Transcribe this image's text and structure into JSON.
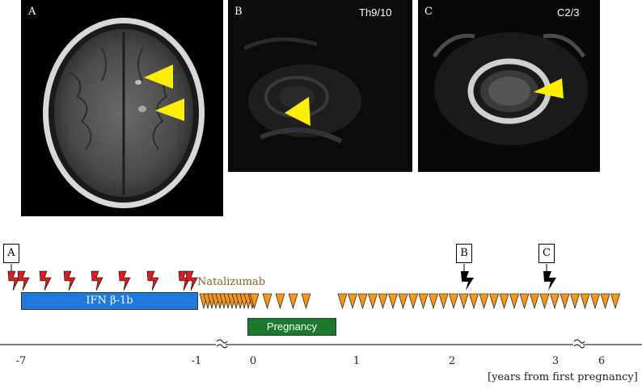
{
  "panels": {
    "a": {
      "letter": "A"
    },
    "b": {
      "letter": "B",
      "level": "Th9/10"
    },
    "c": {
      "letter": "C",
      "level": "C2/3"
    }
  },
  "markers": {
    "a": "A",
    "b": "B",
    "c": "C"
  },
  "therapies": {
    "ifn": "IFN β-1b",
    "natalizumab": "Natalizumab",
    "pregnancy": "Pregnancy"
  },
  "axis": {
    "ticks": [
      "-7",
      "-1",
      "0",
      "1",
      "2",
      "3",
      "6"
    ],
    "unit_label": "[years from first pregnancy]"
  },
  "colors": {
    "ifn_bar": "#1f7ae0",
    "pregnancy_bar": "#1a7a2e",
    "infusion": "#f5961e",
    "relapse": "#d42020",
    "arrowhead": "#ffee00",
    "natalizumab_text": "#8b5a2b"
  }
}
